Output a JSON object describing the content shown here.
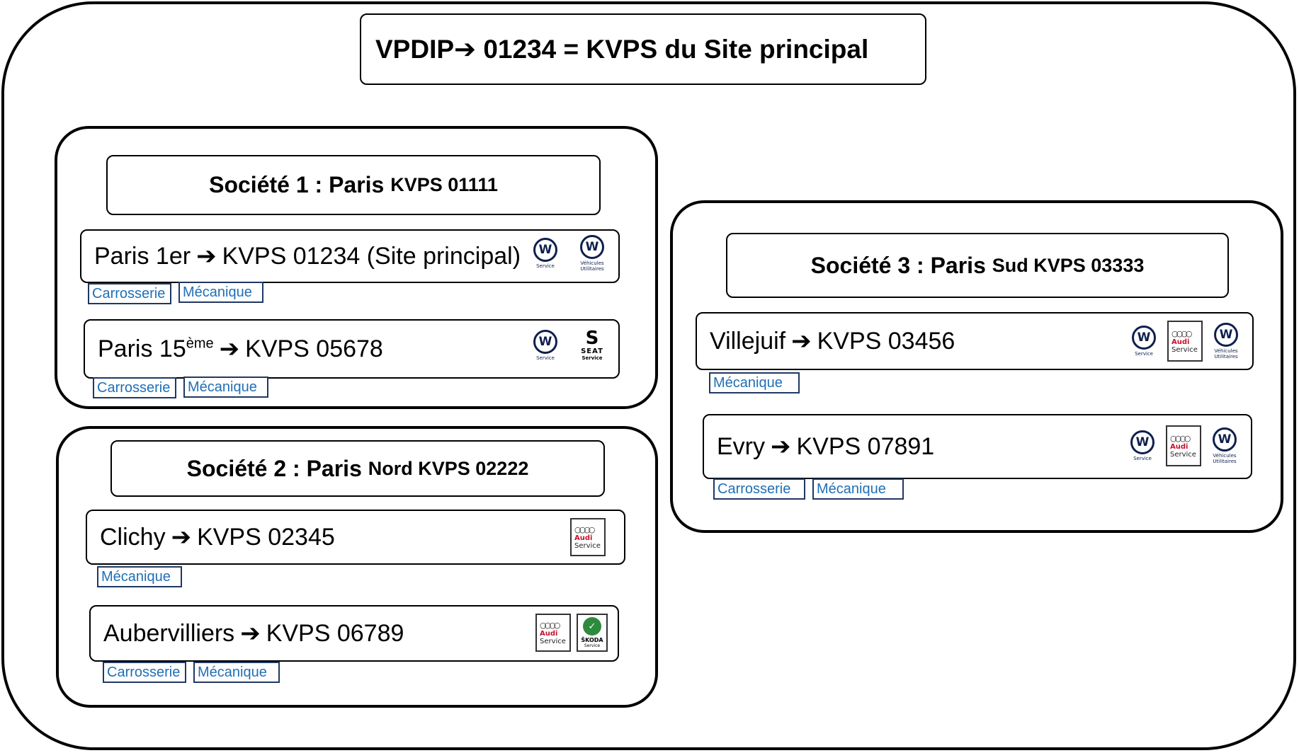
{
  "main_title": {
    "left": "VPDIP",
    "arrow": "➔",
    "right": " 01234 = KVPS du Site principal"
  },
  "societes": [
    {
      "title_big": "Société 1 : Paris ",
      "title_small": "KVPS 01111",
      "sites": [
        {
          "name": "Paris 1er",
          "sup": "",
          "arrow": "➔",
          "kvps": "KVPS 01234 (Site principal)",
          "logos": [
            "vw-service",
            "vw-utilitaires"
          ],
          "tags": [
            "Carrosserie",
            "Mécanique"
          ]
        },
        {
          "name": "Paris 15",
          "sup": "ème",
          "arrow": "➔",
          "kvps": "KVPS 05678",
          "logos": [
            "vw-service",
            "seat-service"
          ],
          "tags": [
            "Carrosserie",
            "Mécanique"
          ]
        }
      ]
    },
    {
      "title_big": "Société 2 : Paris ",
      "title_small": "Nord KVPS 02222",
      "sites": [
        {
          "name": "Clichy",
          "sup": "",
          "arrow": "➔",
          "kvps": "KVPS 02345",
          "logos": [
            "audi-service"
          ],
          "tags": [
            "Mécanique"
          ]
        },
        {
          "name": "Aubervilliers",
          "sup": "",
          "arrow": "➔",
          "kvps": "KVPS 06789",
          "logos": [
            "audi-service",
            "skoda-service"
          ],
          "tags": [
            "Carrosserie",
            "Mécanique"
          ]
        }
      ]
    },
    {
      "title_big": "Société 3 : Paris ",
      "title_small": "Sud KVPS 03333",
      "sites": [
        {
          "name": "Villejuif",
          "sup": "",
          "arrow": "➔",
          "kvps": "KVPS 03456",
          "logos": [
            "vw-service",
            "audi-service",
            "vw-utilitaires"
          ],
          "tags": [
            "Mécanique"
          ]
        },
        {
          "name": "Evry",
          "sup": "",
          "arrow": "➔",
          "kvps": "KVPS 07891",
          "logos": [
            "vw-service",
            "audi-service",
            "vw-utilitaires"
          ],
          "tags": [
            "Carrosserie",
            "Mécanique"
          ]
        }
      ]
    }
  ],
  "logo_text": {
    "vw_mark": "W",
    "vw_service": "Service",
    "vw_util_1": "Véhicules",
    "vw_util_2": "Utilitaires",
    "audi_rings": "○○○○",
    "audi_name": "Audi",
    "audi_service": "Service",
    "seat_mark": "S",
    "seat_name": "SEAT",
    "seat_service": "Service",
    "skoda_mark": "✓",
    "skoda_name": "ŠKODA",
    "skoda_service": "Service"
  },
  "colors": {
    "vw_blue": "#0f1f4e",
    "audi_red": "#c8102e",
    "skoda_green": "#2e8b3e",
    "tag_text": "#1f6fb5",
    "tag_border": "#1f3864"
  }
}
